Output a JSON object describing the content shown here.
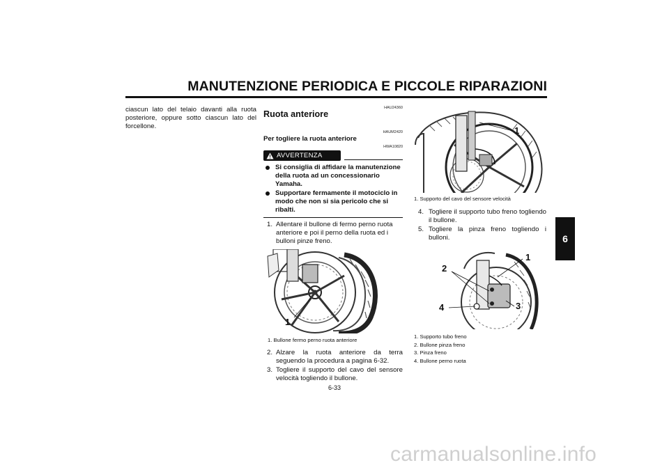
{
  "header": {
    "title": "MANUTENZIONE PERIODICA E PICCOLE RIPARAZIONI"
  },
  "tab": {
    "chapter": "6"
  },
  "col1": {
    "continuation": "ciascun lato del telaio davanti alla ruota posteriore, oppure sotto ciascun lato del forcellone."
  },
  "col2": {
    "code1": "HAU24360",
    "section_title": "Ruota anteriore",
    "code2": "HAUM2420",
    "subsection_title": "Per togliere la ruota anteriore",
    "code3": "HWA10820",
    "warning_label": "AVVERTENZA",
    "warnings": [
      "Si consiglia di affidare la manutenzione della ruota ad un concessionario Yamaha.",
      "Supportare fermamente il motociclo in modo che non si sia pericolo che si ribalti."
    ],
    "step1": {
      "num": "1.",
      "text": "Allentare il bullone di fermo perno ruota anteriore e poi il perno della ruota ed i bulloni pinze freno."
    },
    "fig1": {
      "callout": "1",
      "caption": "1.  Bullone fermo perno ruota anteriore"
    },
    "step2": {
      "num": "2.",
      "text": "Alzare la ruota anteriore da terra seguendo la procedura a pagina 6-32."
    },
    "step3": {
      "num": "3.",
      "text": "Togliere il supporto del cavo del sensore velocità togliendo il bullone."
    }
  },
  "col3": {
    "fig2": {
      "callout": "1",
      "caption": "1.  Supporto del cavo del sensore velocità"
    },
    "step4": {
      "num": "4.",
      "text": "Togliere il supporto tubo freno togliendo il bullone."
    },
    "step5": {
      "num": "5.",
      "text": "Togliere la pinza freno togliendo i bulloni."
    },
    "fig3": {
      "callouts": [
        "1",
        "2",
        "3",
        "4"
      ],
      "captions": [
        "1.  Supporto tubo freno",
        "2.  Bullone pinza freno",
        "3.  Pinza freno",
        "4.  Bullone perno ruota"
      ]
    }
  },
  "footer": {
    "page_number": "6-33",
    "watermark": "carmanualsonline.info"
  }
}
